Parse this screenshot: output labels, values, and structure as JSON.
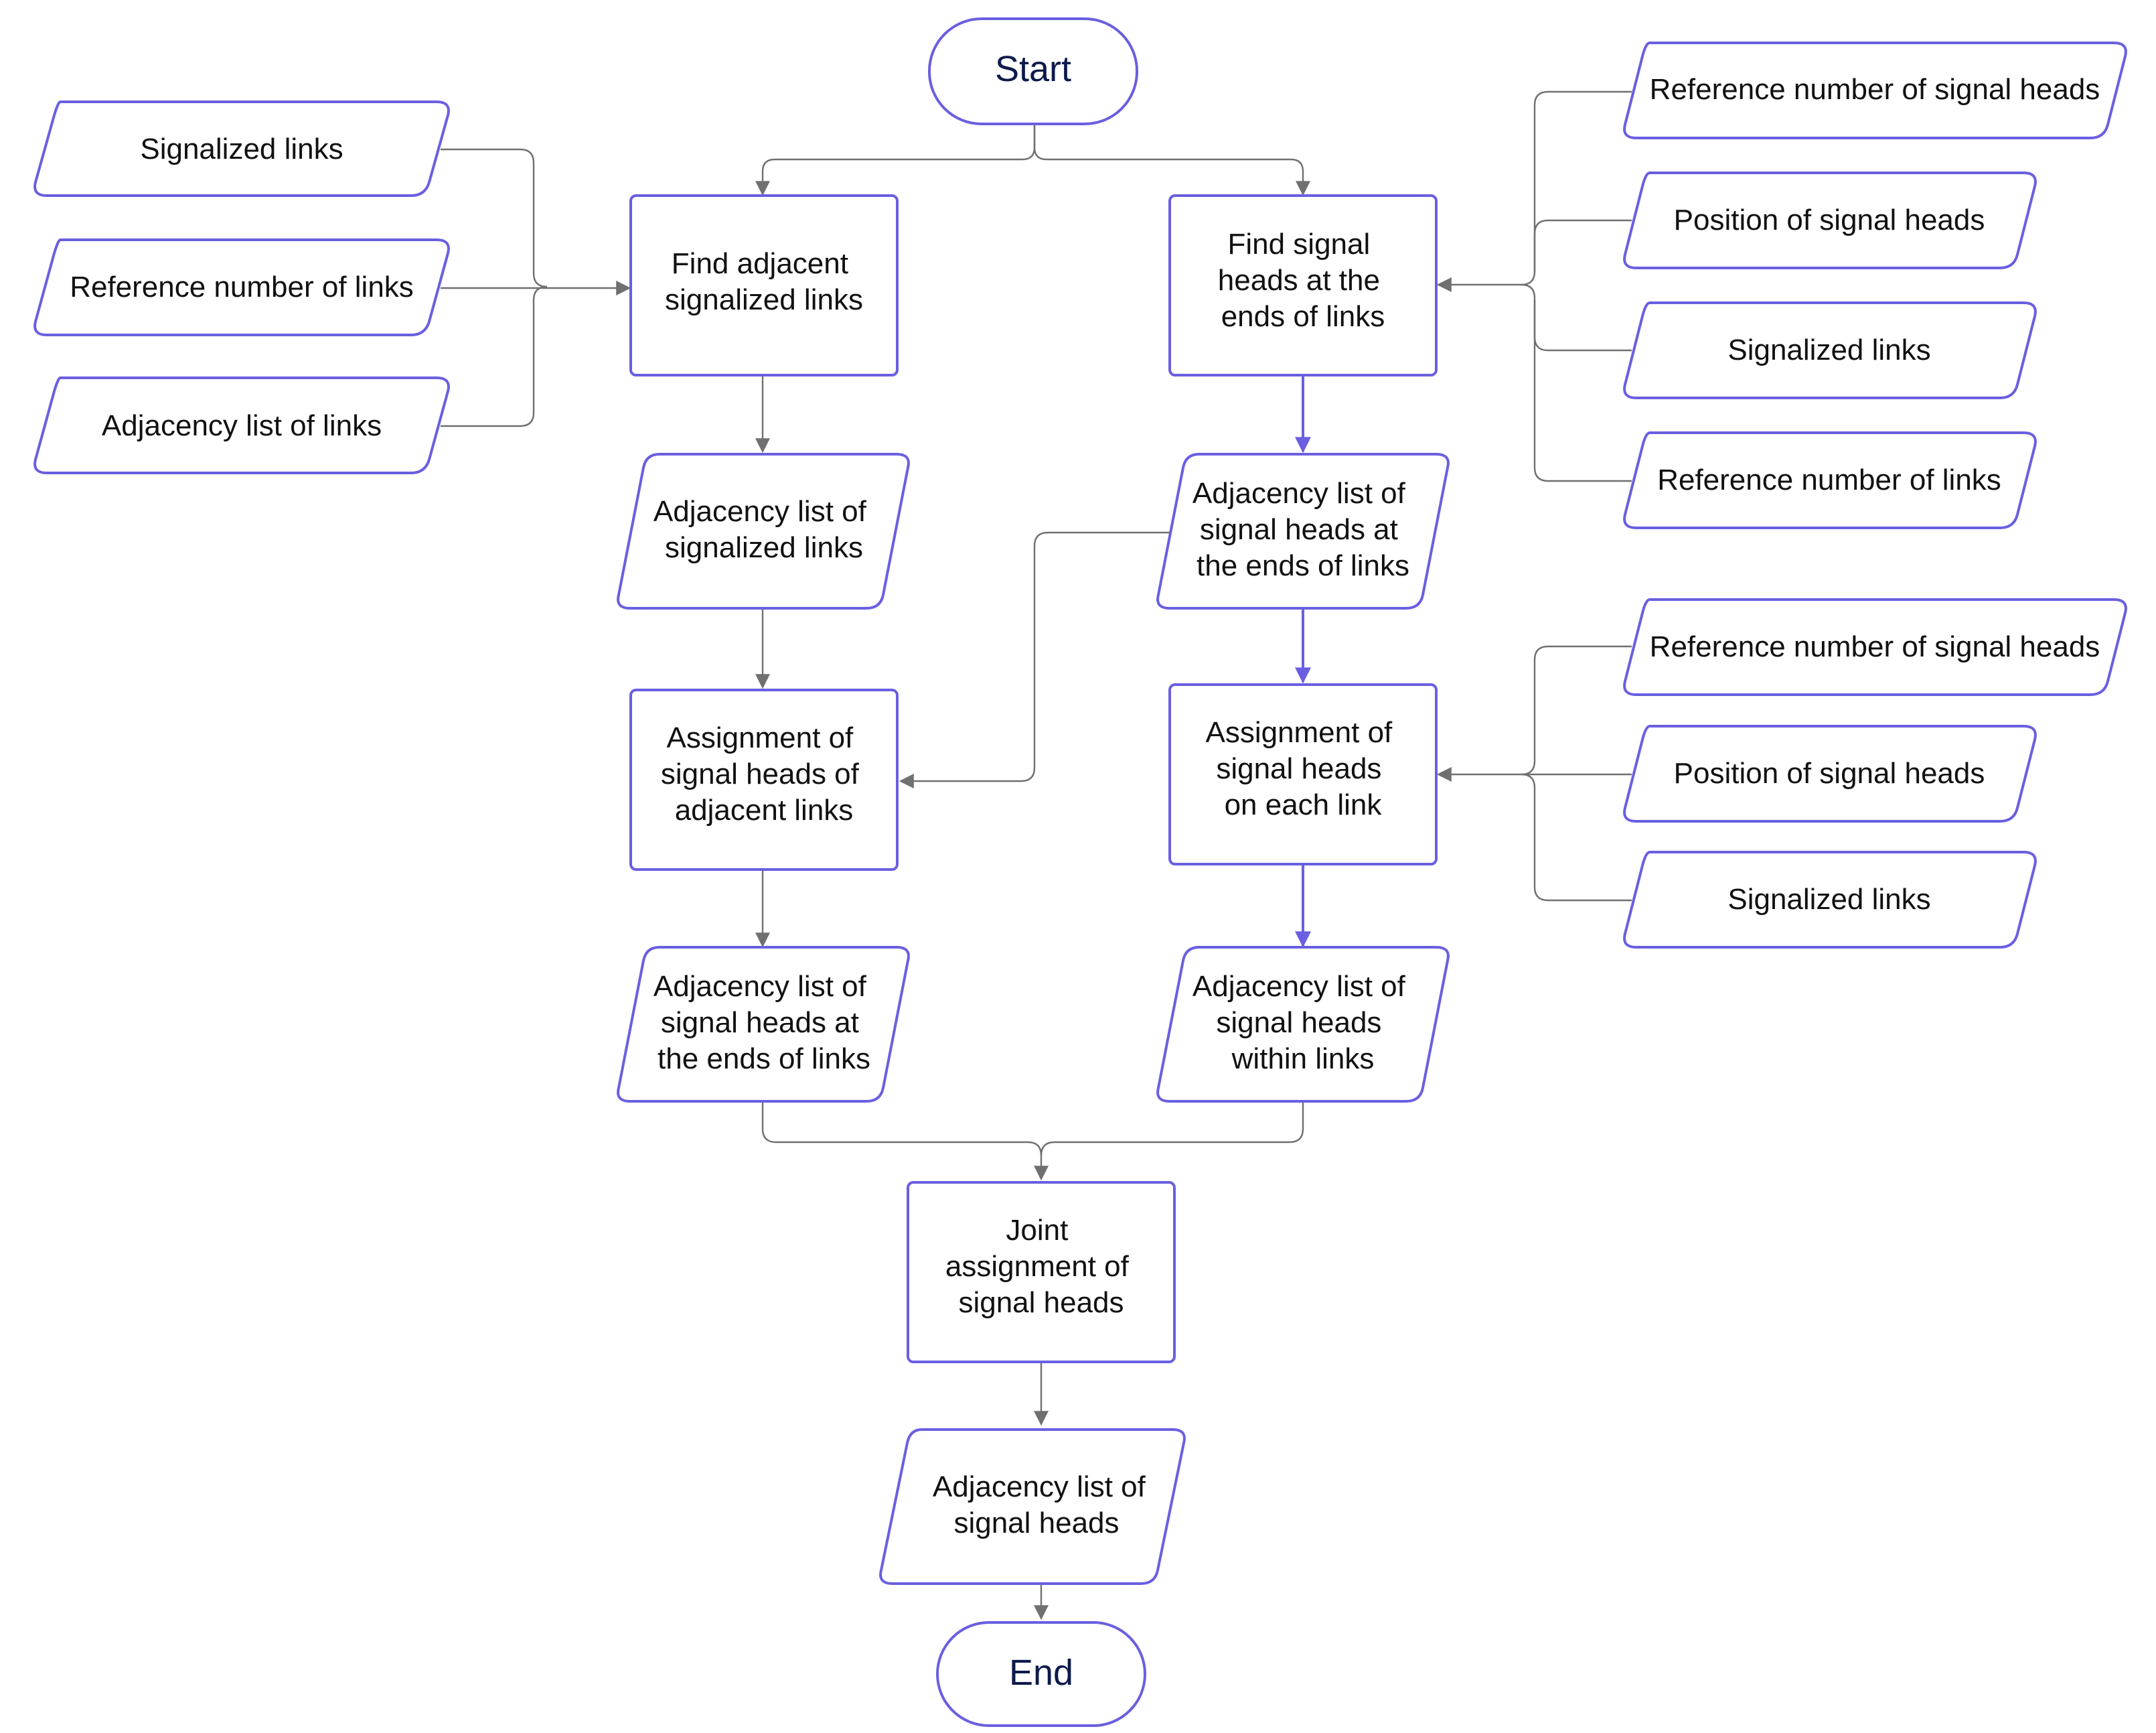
{
  "nodes": {
    "start": {
      "type": "terminator",
      "lines": [
        "Start"
      ]
    },
    "in_signalized_links_left": {
      "type": "data",
      "lines": [
        "Signalized links"
      ]
    },
    "in_reference_number_links_left": {
      "type": "data",
      "lines": [
        "Reference number of links"
      ]
    },
    "in_adjacency_list_links": {
      "type": "data",
      "lines": [
        "Adjacency list of links"
      ]
    },
    "find_adjacent": {
      "type": "process",
      "lines": [
        "Find adjacent",
        "signalized links"
      ]
    },
    "find_signal_heads": {
      "type": "process",
      "lines": [
        "Find signal",
        "heads at the",
        "ends of links"
      ]
    },
    "in_reference_number_signal_heads_1": {
      "type": "data",
      "lines": [
        "Reference number of signal heads"
      ]
    },
    "in_position_signal_heads_1": {
      "type": "data",
      "lines": [
        "Position of signal heads"
      ]
    },
    "in_signalized_links_right_1": {
      "type": "data",
      "lines": [
        "Signalized links"
      ]
    },
    "in_reference_number_links_right": {
      "type": "data",
      "lines": [
        "Reference number of links"
      ]
    },
    "adjacency_signalized_links": {
      "type": "data",
      "lines": [
        "Adjacency list of",
        "signalized links"
      ]
    },
    "adjacency_heads_ends_right": {
      "type": "data",
      "lines": [
        "Adjacency list of",
        "signal heads at",
        "the ends of links"
      ]
    },
    "assign_adjacent": {
      "type": "process",
      "lines": [
        "Assignment of",
        "signal heads of",
        "adjacent links"
      ]
    },
    "assign_each_link": {
      "type": "process",
      "lines": [
        "Assignment of",
        "signal heads",
        "on each link"
      ]
    },
    "in_reference_number_signal_heads_2": {
      "type": "data",
      "lines": [
        "Reference number of signal heads"
      ]
    },
    "in_position_signal_heads_2": {
      "type": "data",
      "lines": [
        "Position of signal heads"
      ]
    },
    "in_signalized_links_right_2": {
      "type": "data",
      "lines": [
        "Signalized links"
      ]
    },
    "adjacency_heads_ends_left": {
      "type": "data",
      "lines": [
        "Adjacency list of",
        "signal heads at",
        "the ends of links"
      ]
    },
    "adjacency_heads_within": {
      "type": "data",
      "lines": [
        "Adjacency list of",
        "signal heads",
        "within links"
      ]
    },
    "joint_assignment": {
      "type": "process",
      "lines": [
        "Joint",
        "assignment of",
        "signal heads"
      ]
    },
    "adjacency_signal_heads": {
      "type": "data",
      "lines": [
        "Adjacency list of",
        "signal heads"
      ]
    },
    "end": {
      "type": "terminator",
      "lines": [
        "End"
      ]
    }
  },
  "edges": [
    {
      "from": "start",
      "to": "find_adjacent"
    },
    {
      "from": "start",
      "to": "find_signal_heads"
    },
    {
      "from": "in_signalized_links_left",
      "to": "find_adjacent"
    },
    {
      "from": "in_reference_number_links_left",
      "to": "find_adjacent"
    },
    {
      "from": "in_adjacency_list_links",
      "to": "find_adjacent"
    },
    {
      "from": "in_reference_number_signal_heads_1",
      "to": "find_signal_heads"
    },
    {
      "from": "in_position_signal_heads_1",
      "to": "find_signal_heads"
    },
    {
      "from": "in_signalized_links_right_1",
      "to": "find_signal_heads"
    },
    {
      "from": "in_reference_number_links_right",
      "to": "find_signal_heads"
    },
    {
      "from": "find_adjacent",
      "to": "adjacency_signalized_links"
    },
    {
      "from": "find_signal_heads",
      "to": "adjacency_heads_ends_right"
    },
    {
      "from": "adjacency_signalized_links",
      "to": "assign_adjacent"
    },
    {
      "from": "adjacency_heads_ends_right",
      "to": "assign_adjacent"
    },
    {
      "from": "adjacency_heads_ends_right",
      "to": "assign_each_link"
    },
    {
      "from": "in_reference_number_signal_heads_2",
      "to": "assign_each_link"
    },
    {
      "from": "in_position_signal_heads_2",
      "to": "assign_each_link"
    },
    {
      "from": "in_signalized_links_right_2",
      "to": "assign_each_link"
    },
    {
      "from": "assign_adjacent",
      "to": "adjacency_heads_ends_left"
    },
    {
      "from": "assign_each_link",
      "to": "adjacency_heads_within"
    },
    {
      "from": "adjacency_heads_ends_left",
      "to": "joint_assignment"
    },
    {
      "from": "adjacency_heads_within",
      "to": "joint_assignment"
    },
    {
      "from": "joint_assignment",
      "to": "adjacency_signal_heads"
    },
    {
      "from": "adjacency_signal_heads",
      "to": "end"
    }
  ]
}
